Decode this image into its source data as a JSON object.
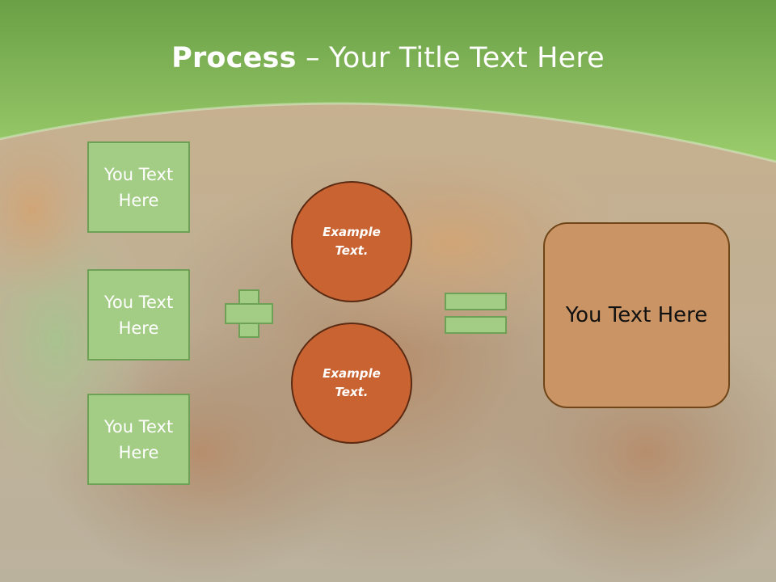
{
  "title": {
    "bold": "Process",
    "rest": " – Your Title Text Here"
  },
  "left_boxes": [
    "You Text\nHere",
    "You Text\nHere",
    "You Text\nHere"
  ],
  "circles": [
    "Example\nText.",
    "Example\nText."
  ],
  "result": "You Text Here",
  "colors": {
    "header_green": "#8bc460",
    "box_fill": "#a3cd85",
    "box_border": "#6ea055",
    "circle_fill": "#c96432",
    "result_fill": "#cb9464"
  }
}
